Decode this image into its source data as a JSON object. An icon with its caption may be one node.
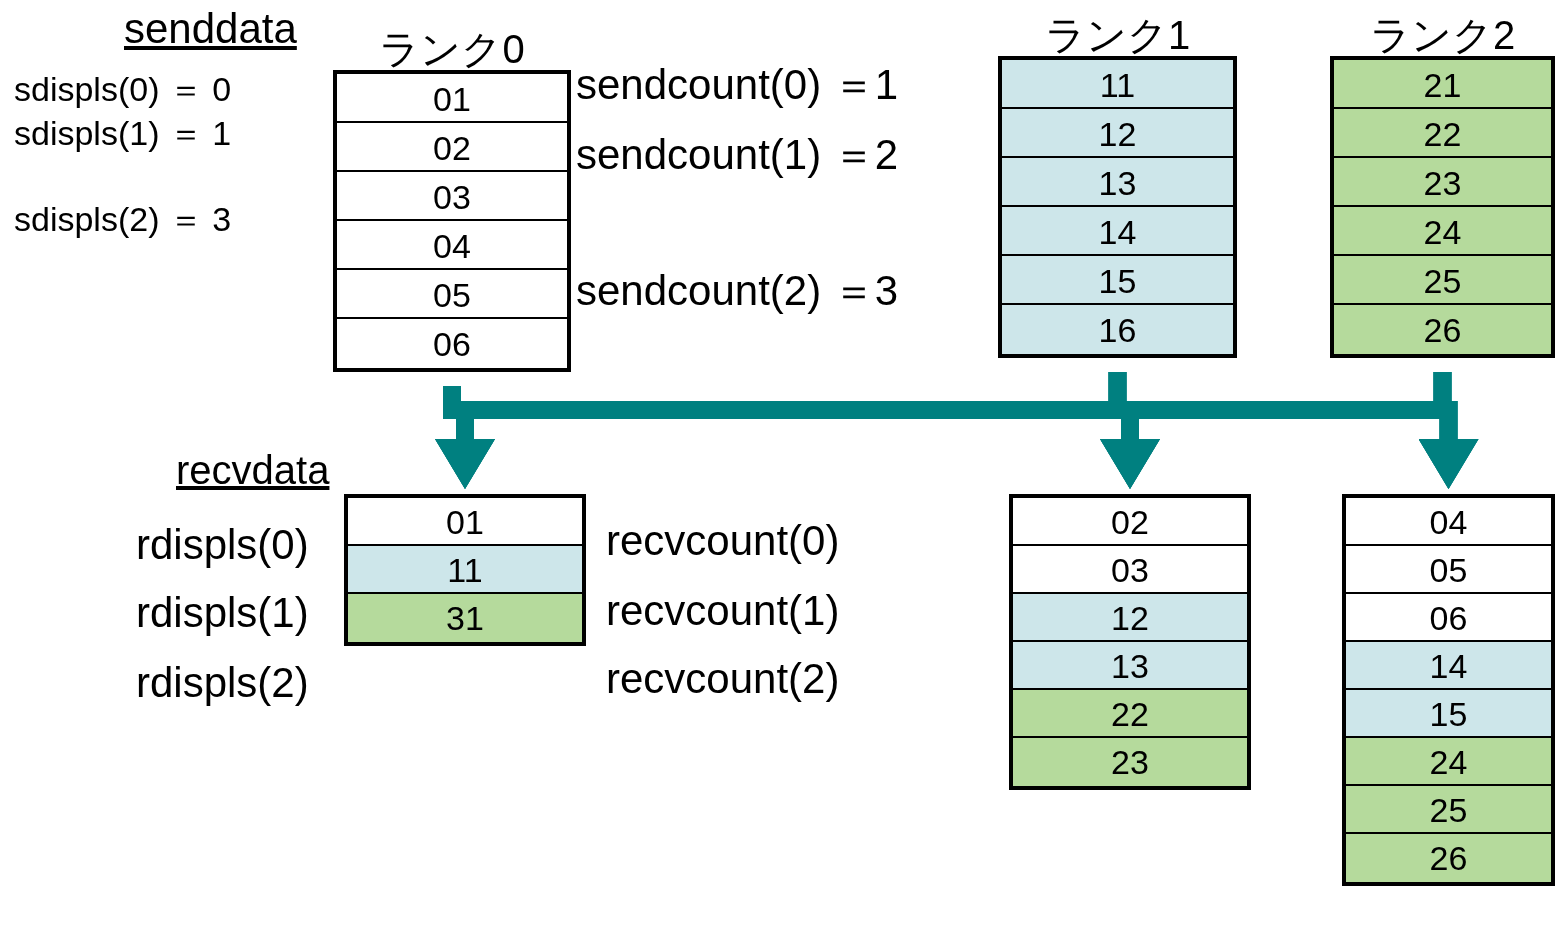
{
  "diagram": {
    "nodes": [
      {
        "text": [
          "ランク0"
        ]
      },
      {
        "text": [
          "01"
        ],
        "in": 0
      },
      {
        "text": [
          "02"
        ],
        "in": 0
      },
      {
        "text": [
          "03"
        ],
        "in": 0
      },
      {
        "text": [
          "04"
        ],
        "in": 0
      },
      {
        "text": [
          "05"
        ],
        "in": 0
      },
      {
        "text": [
          "06"
        ],
        "in": 0
      },
      {
        "text": [
          "ランク1"
        ]
      },
      {
        "text": [
          "11"
        ],
        "in": 7
      },
      {
        "text": [
          "12"
        ],
        "in": 7
      },
      {
        "text": [
          "13"
        ],
        "in": 7
      },
      {
        "text": [
          "14"
        ],
        "in": 7
      },
      {
        "text": [
          "15"
        ],
        "in": 7
      },
      {
        "text": [
          "16"
        ],
        "in": 7
      },
      {
        "text": [
          "ランク2"
        ]
      },
      {
        "text": [
          "21"
        ],
        "in": 14
      },
      {
        "text": [
          "22"
        ],
        "in": 14
      },
      {
        "text": [
          "23"
        ],
        "in": 14
      },
      {
        "text": [
          "24"
        ],
        "in": 14
      },
      {
        "text": [
          "25"
        ],
        "in": 14
      },
      {
        "text": [
          "26"
        ],
        "in": 14
      },
      {
        "text": [],
        "shape": "box"
      },
      {
        "text": [
          "01"
        ],
        "in": 21
      },
      {
        "text": [
          "11"
        ],
        "in": 21
      },
      {
        "text": [
          "31"
        ],
        "in": 21
      },
      {
        "text": [],
        "shape": "box"
      },
      {
        "text": [
          "02"
        ],
        "in": 25
      },
      {
        "text": [
          "03"
        ],
        "in": 25
      },
      {
        "text": [
          "12"
        ],
        "in": 25
      },
      {
        "text": [
          "13"
        ],
        "in": 25
      },
      {
        "text": [
          "22"
        ],
        "in": 25
      },
      {
        "text": [
          "23"
        ],
        "in": 25
      },
      {
        "text": [],
        "shape": "box"
      },
      {
        "text": [
          "04"
        ],
        "in": 32
      },
      {
        "text": [
          "05"
        ],
        "in": 32
      },
      {
        "text": [
          "06"
        ],
        "in": 32
      },
      {
        "text": [
          "14"
        ],
        "in": 32
      },
      {
        "text": [
          "15"
        ],
        "in": 32
      },
      {
        "text": [
          "24"
        ],
        "in": 32
      },
      {
        "text": [
          "25"
        ],
        "in": 32
      },
      {
        "text": [
          "26"
        ],
        "in": 32
      }
    ],
    "edges": [
      {
        "from": 0,
        "to": 21,
        "arrow": "to"
      },
      {
        "from": 0,
        "to": 25,
        "arrow": "to"
      },
      {
        "from": 0,
        "to": 32,
        "arrow": "to"
      },
      {
        "from": 7,
        "to": 21,
        "arrow": "to"
      },
      {
        "from": 7,
        "to": 25,
        "arrow": "to"
      },
      {
        "from": 7,
        "to": 32,
        "arrow": "to"
      },
      {
        "from": 14,
        "to": 21,
        "arrow": "to"
      },
      {
        "from": 14,
        "to": 25,
        "arrow": "to"
      },
      {
        "from": 14,
        "to": 32,
        "arrow": "to"
      }
    ],
    "labels": [
      "senddata",
      "sdispls(0) ＝ 0",
      "sendcount(0) ＝1",
      "sdispls(1) ＝ 1",
      "sendcount(1) ＝2",
      "sdispls(2) ＝ 3",
      "sendcount(2) ＝3",
      "recvdata",
      "rdispls(0)",
      "recvcount(0)",
      "rdispls(1)",
      "recvcount(1)",
      "rdispls(2)",
      "recvcount(2)"
    ]
  }
}
